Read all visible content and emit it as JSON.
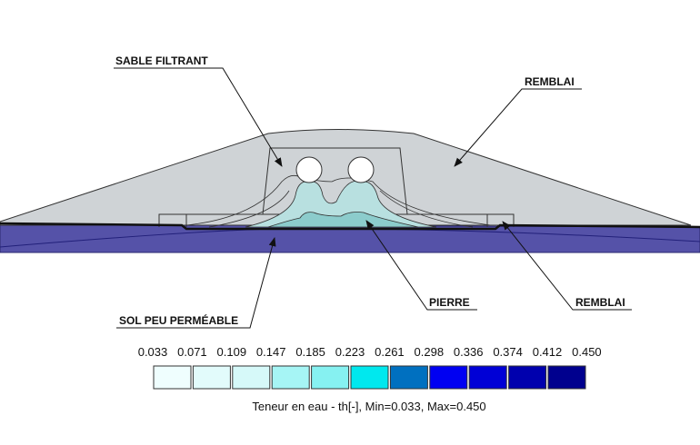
{
  "labels": {
    "sable_filtrant": "SABLE FILTRANT",
    "remblai_top": "REMBLAI",
    "sol_peu_permeable": "SOL PEU PERMÉABLE",
    "pierre": "PIERRE",
    "remblai_bottom": "REMBLAI"
  },
  "legend": {
    "title": "Teneur en eau - th[-], Min=0.033, Max=0.450",
    "ticks": [
      "0.033",
      "0.071",
      "0.109",
      "0.147",
      "0.185",
      "0.223",
      "0.261",
      "0.298",
      "0.336",
      "0.374",
      "0.412",
      "0.450"
    ],
    "colors": [
      "#effefe",
      "#e2fbfb",
      "#d6f9f9",
      "#a6f5f5",
      "#86f1f1",
      "#00e8ee",
      "#0070c0",
      "#0000f2",
      "#0000d6",
      "#0000ae",
      "#00008e"
    ]
  },
  "colors": {
    "fill_material": "#cfd3d6",
    "native_soil": "#5552a8",
    "wet_zone": "#b8e0e0",
    "stone_zone": "#8ccccc"
  }
}
